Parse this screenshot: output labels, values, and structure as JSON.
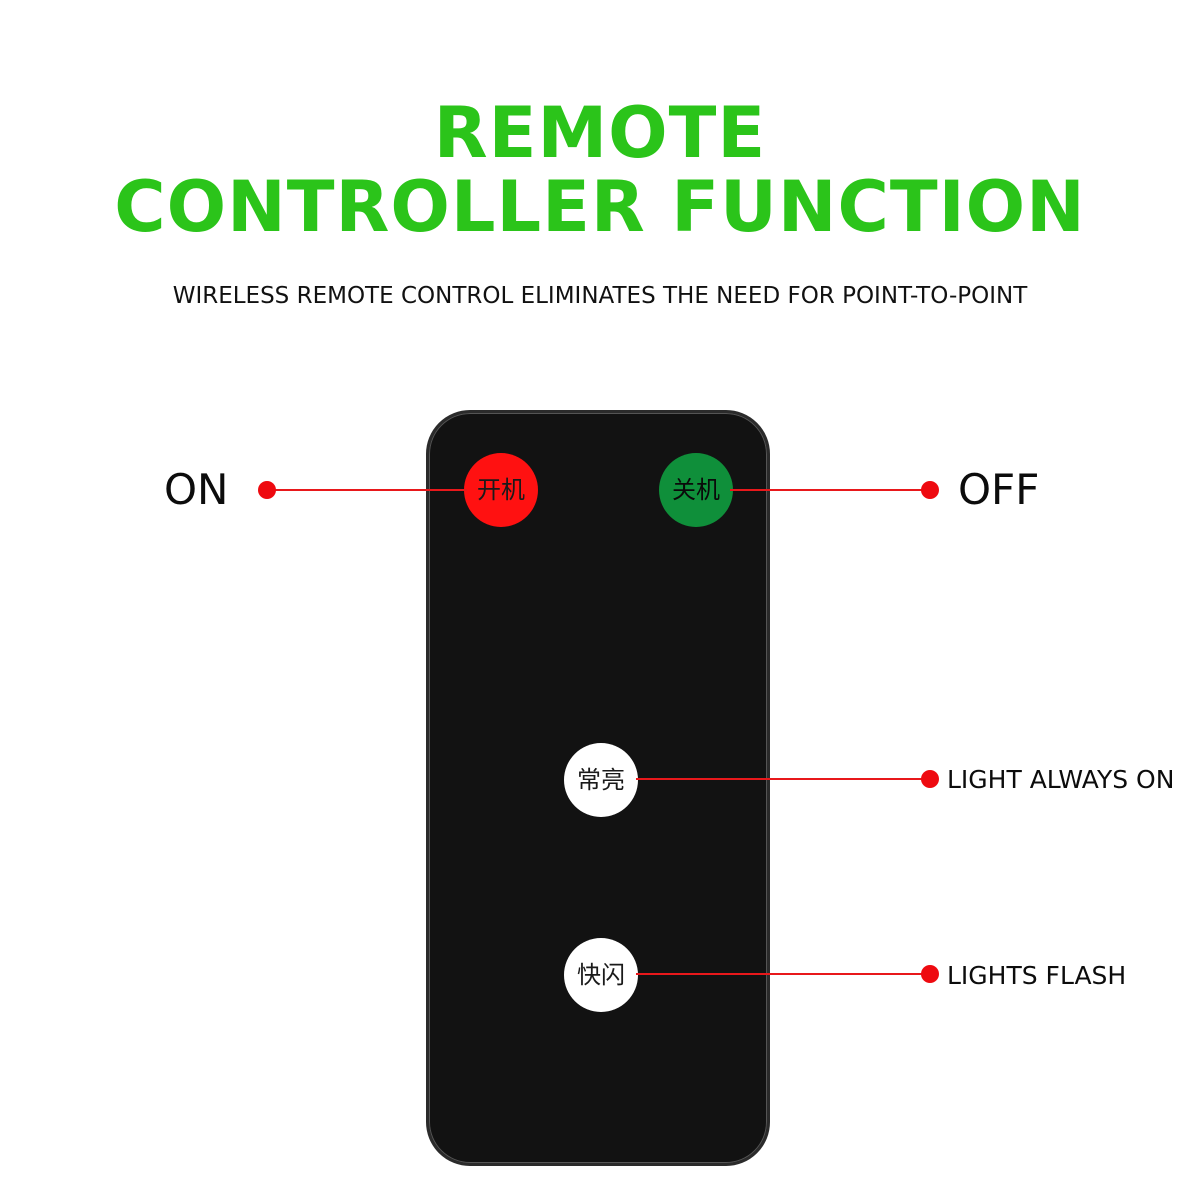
{
  "title": {
    "line1": "REMOTE",
    "line2": "CONTROLLER FUNCTION"
  },
  "subtitle": "WIRELESS REMOTE CONTROL ELIMINATES THE NEED FOR POINT-TO-POINT",
  "remote": {
    "buttons": {
      "on": "开机",
      "off": "关机",
      "always_on": "常亮",
      "flash": "快闪"
    }
  },
  "callouts": {
    "on": "ON",
    "off": "OFF",
    "always_on": "LIGHT ALWAYS ON",
    "flash": "LIGHTS FLASH"
  },
  "colors": {
    "title": "#2bc41a",
    "on_button": "#ff1111",
    "off_button": "#0f8f3a",
    "callout_line": "#e8181b"
  }
}
